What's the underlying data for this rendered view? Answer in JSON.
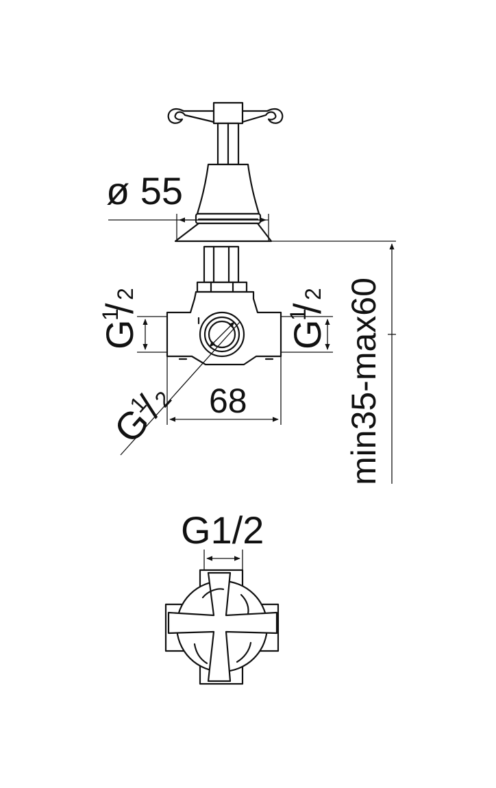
{
  "colors": {
    "line": "#111111",
    "background": "#ffffff"
  },
  "side_view": {
    "diameter_label": "ø 55",
    "width_label": "68",
    "depth_label": "min35-max60",
    "thread_left": {
      "main": "G",
      "num": "1",
      "sep": "/",
      "den": "2"
    },
    "thread_right": {
      "main": "G",
      "num": "1",
      "sep": "/",
      "den": "2"
    },
    "thread_front": {
      "main": "G",
      "num": "1",
      "sep": "/",
      "den": "2"
    }
  },
  "top_view": {
    "thread_label": "G1/2"
  }
}
